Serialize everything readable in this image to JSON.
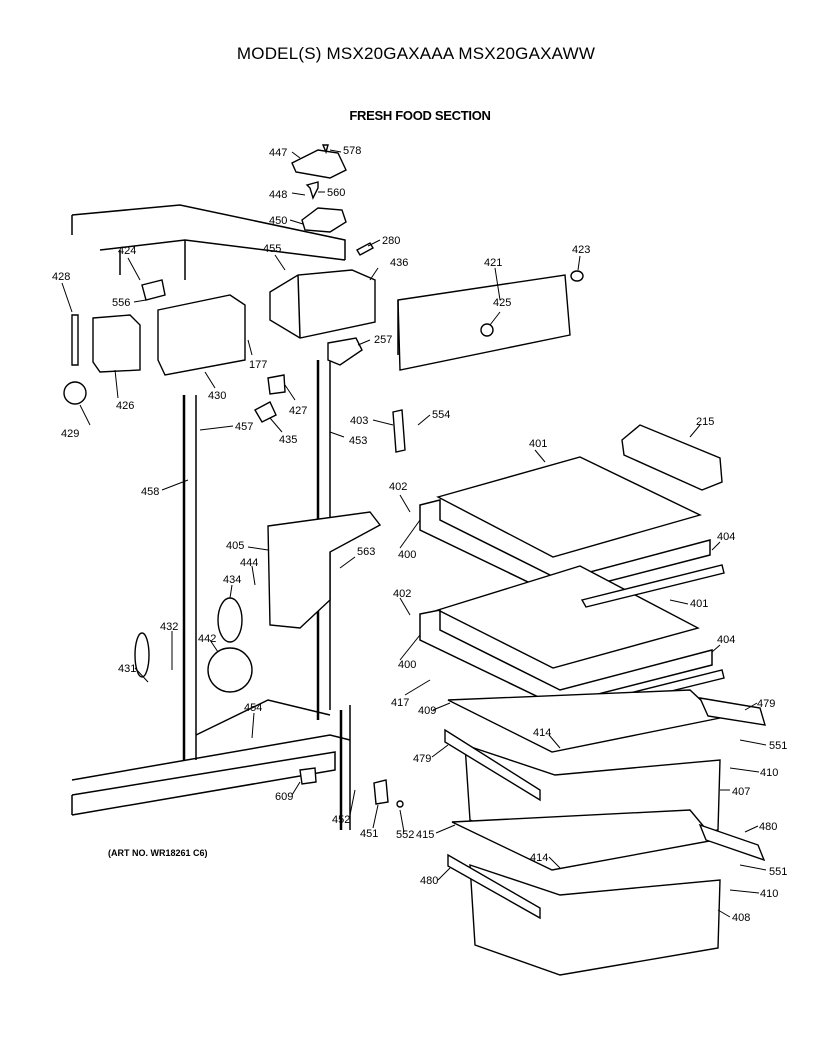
{
  "header": {
    "model_title": "MODEL(S) MSX20GAXAAA  MSX20GAXAWW",
    "section_title": "FRESH FOOD SECTION"
  },
  "footer": {
    "art_no": "(ART NO. WR18261 C6)"
  },
  "callouts": [
    {
      "id": "447",
      "label": "447"
    },
    {
      "id": "578",
      "label": "578"
    },
    {
      "id": "448",
      "label": "448"
    },
    {
      "id": "560",
      "label": "560"
    },
    {
      "id": "450",
      "label": "450"
    },
    {
      "id": "280",
      "label": "280"
    },
    {
      "id": "455",
      "label": "455"
    },
    {
      "id": "436",
      "label": "436"
    },
    {
      "id": "421",
      "label": "421"
    },
    {
      "id": "423",
      "label": "423"
    },
    {
      "id": "425",
      "label": "425"
    },
    {
      "id": "424",
      "label": "424"
    },
    {
      "id": "428",
      "label": "428"
    },
    {
      "id": "556",
      "label": "556"
    },
    {
      "id": "426",
      "label": "426"
    },
    {
      "id": "430",
      "label": "430"
    },
    {
      "id": "177",
      "label": "177"
    },
    {
      "id": "427",
      "label": "427"
    },
    {
      "id": "257",
      "label": "257"
    },
    {
      "id": "429",
      "label": "429"
    },
    {
      "id": "457",
      "label": "457"
    },
    {
      "id": "435",
      "label": "435"
    },
    {
      "id": "453",
      "label": "453"
    },
    {
      "id": "403",
      "label": "403"
    },
    {
      "id": "554",
      "label": "554"
    },
    {
      "id": "215",
      "label": "215"
    },
    {
      "id": "401a",
      "label": "401"
    },
    {
      "id": "458",
      "label": "458"
    },
    {
      "id": "402a",
      "label": "402"
    },
    {
      "id": "400a",
      "label": "400"
    },
    {
      "id": "404a",
      "label": "404"
    },
    {
      "id": "405",
      "label": "405"
    },
    {
      "id": "563",
      "label": "563"
    },
    {
      "id": "444",
      "label": "444"
    },
    {
      "id": "434",
      "label": "434"
    },
    {
      "id": "402b",
      "label": "402"
    },
    {
      "id": "401b",
      "label": "401"
    },
    {
      "id": "432",
      "label": "432"
    },
    {
      "id": "442",
      "label": "442"
    },
    {
      "id": "400b",
      "label": "400"
    },
    {
      "id": "404b",
      "label": "404"
    },
    {
      "id": "431",
      "label": "431"
    },
    {
      "id": "417",
      "label": "417"
    },
    {
      "id": "409",
      "label": "409"
    },
    {
      "id": "479a",
      "label": "479"
    },
    {
      "id": "454",
      "label": "454"
    },
    {
      "id": "414a",
      "label": "414"
    },
    {
      "id": "551a",
      "label": "551"
    },
    {
      "id": "479b",
      "label": "479"
    },
    {
      "id": "410a",
      "label": "410"
    },
    {
      "id": "609",
      "label": "609"
    },
    {
      "id": "407",
      "label": "407"
    },
    {
      "id": "452",
      "label": "452"
    },
    {
      "id": "451",
      "label": "451"
    },
    {
      "id": "552",
      "label": "552"
    },
    {
      "id": "415",
      "label": "415"
    },
    {
      "id": "480a",
      "label": "480"
    },
    {
      "id": "414b",
      "label": "414"
    },
    {
      "id": "551b",
      "label": "551"
    },
    {
      "id": "480b",
      "label": "480"
    },
    {
      "id": "410b",
      "label": "410"
    },
    {
      "id": "408",
      "label": "408"
    }
  ]
}
